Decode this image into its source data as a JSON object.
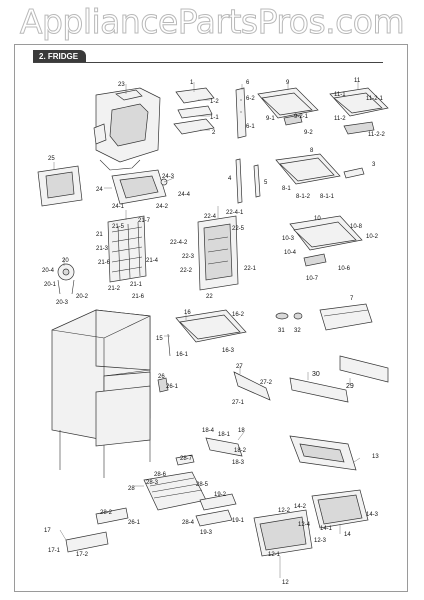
{
  "watermark": "AppliancePartsPros.com",
  "section": {
    "title": "2. FRIDGE"
  },
  "part_numbers": [
    "23",
    "1",
    "1-2",
    "1-1",
    "2",
    "6",
    "6-2",
    "6-1",
    "9",
    "9-1",
    "9-2-1",
    "9-2",
    "11",
    "11-1",
    "11-2-1",
    "11-2",
    "11-2-2",
    "25",
    "24",
    "24-3",
    "24-4",
    "24-1",
    "24-2",
    "4",
    "5",
    "8",
    "8-1",
    "8-1-2",
    "8-1-1",
    "3",
    "22-4-1",
    "22-4",
    "22-5",
    "22-4-2",
    "22-3",
    "22-2",
    "22-1",
    "22",
    "21",
    "21-5",
    "21-7",
    "21-3",
    "21-6",
    "21-4",
    "21-2",
    "21-1",
    "21-6",
    "20-4",
    "20",
    "20-1",
    "20-2",
    "20-3",
    "10",
    "10-8",
    "10-3",
    "10-2",
    "10-4",
    "10-6",
    "10-7",
    "7",
    "16",
    "16-2",
    "15",
    "16-1",
    "16-3",
    "31",
    "32",
    "27",
    "27-2",
    "27-1",
    "30",
    "29",
    "26",
    "26-1",
    "18-4",
    "18",
    "18-1",
    "18-2",
    "18-3",
    "13",
    "28",
    "28-7",
    "28-6",
    "28-3",
    "28-5",
    "19-2",
    "28-4",
    "19-1",
    "19-3",
    "28-2",
    "26-1",
    "17",
    "17-1",
    "17-2",
    "14-2",
    "14-1",
    "14-3",
    "14",
    "12-2",
    "12-4",
    "12-3",
    "12-1",
    "12"
  ]
}
